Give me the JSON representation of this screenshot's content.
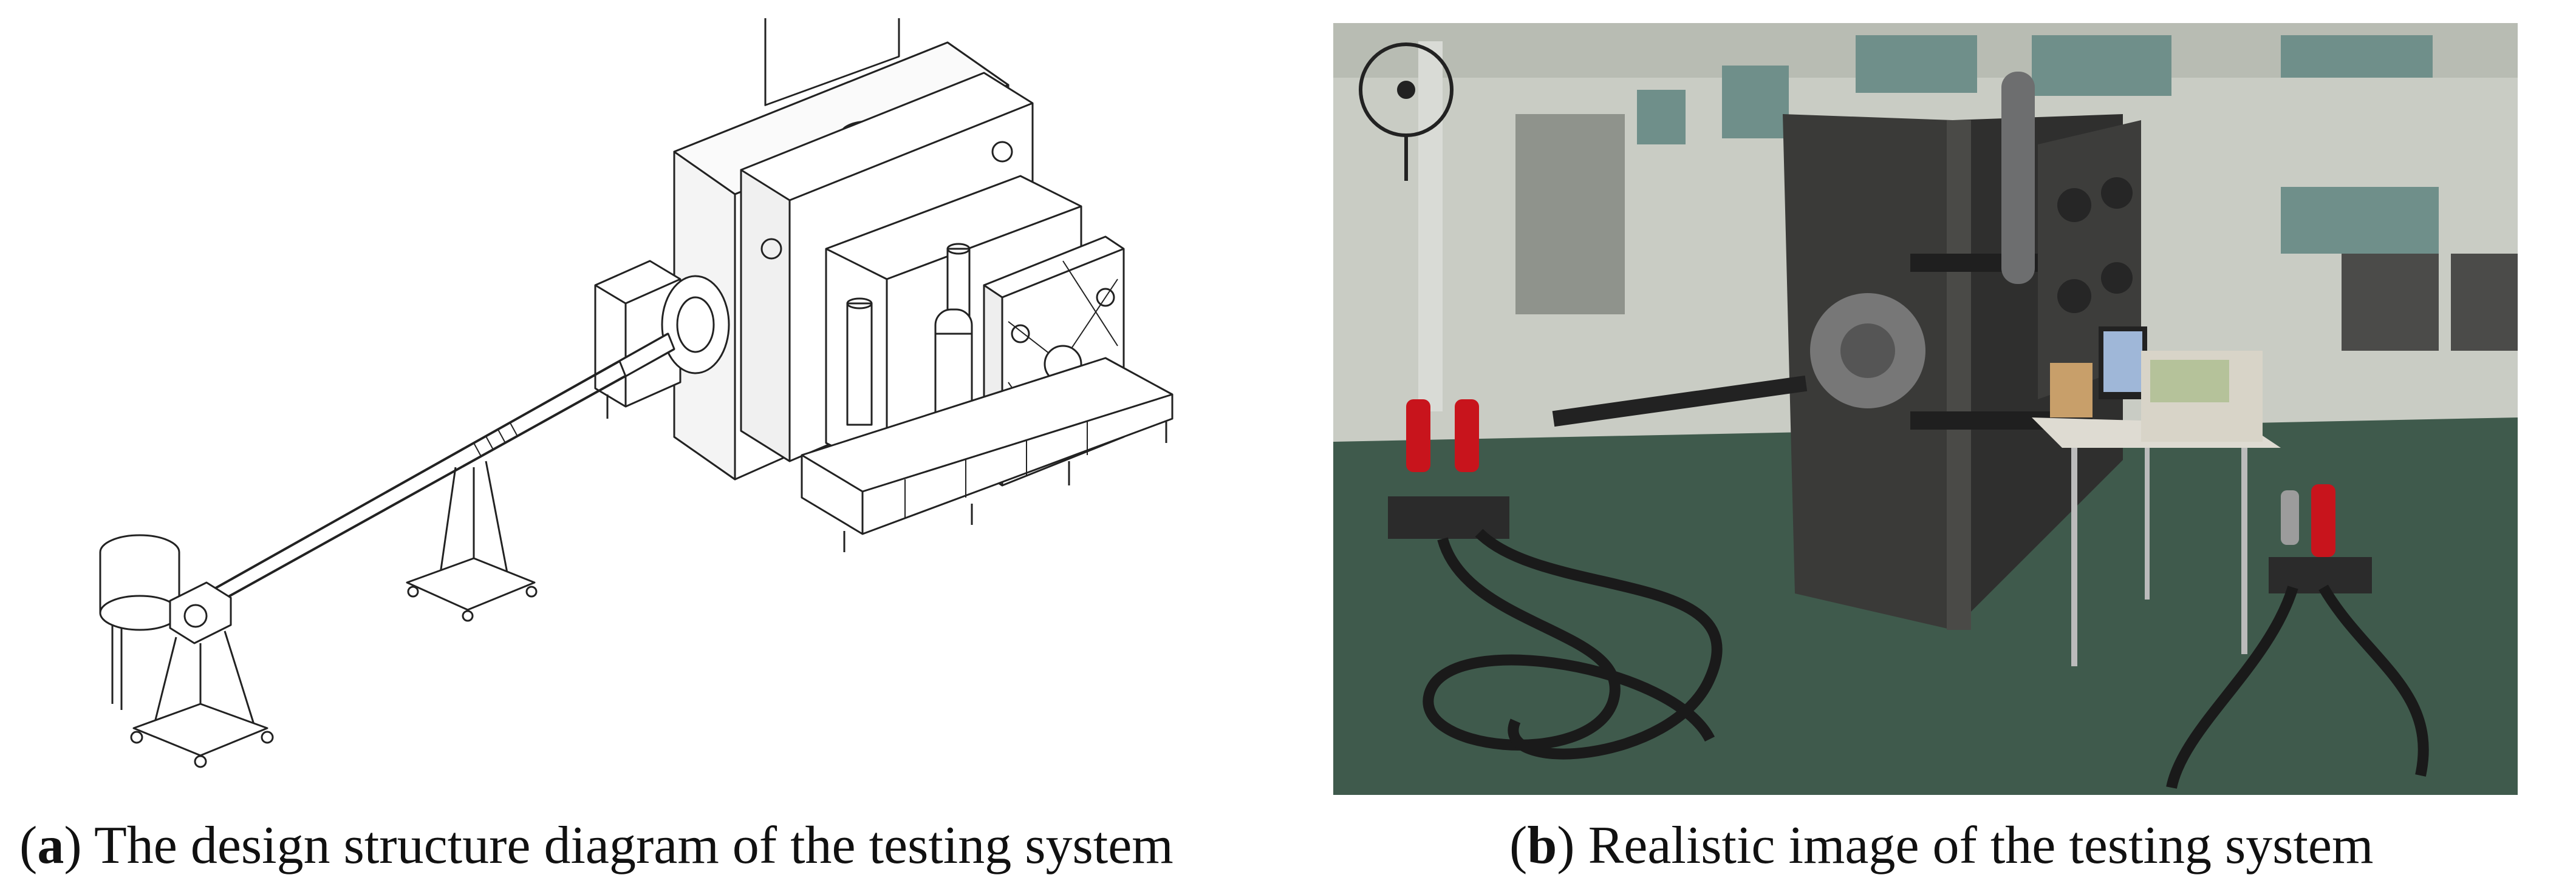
{
  "figure": {
    "panel_a": {
      "letter": "a",
      "caption": "The design structure diagram of the testing system"
    },
    "panel_b": {
      "letter": "b",
      "caption": "Realistic image of the testing system"
    }
  },
  "colors": {
    "line_art": "#222222",
    "floor": "#3f5a4c",
    "hydraulic_filter": "#c8141c",
    "cabinet": "#d8d4c8",
    "hose": "#1a1a1a"
  }
}
